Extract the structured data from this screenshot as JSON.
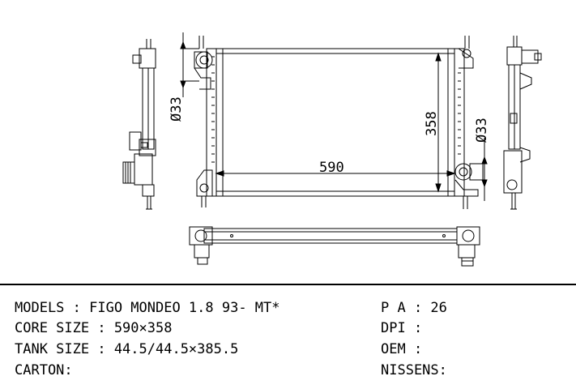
{
  "drawing": {
    "dimensions": {
      "width": "590",
      "height": "358",
      "inlet_dia": "Ø33",
      "outlet_dia": "Ø33"
    }
  },
  "specs": {
    "models": "MODELS : FIGO MONDEO 1.8 93- MT*",
    "core_size": "CORE SIZE : 590×358",
    "tank_size": "TANK SIZE : 44.5/44.5×385.5",
    "carton": "CARTON:",
    "pa": "P A : 26",
    "dpi": "DPI :",
    "oem": "OEM :",
    "nissens": "NISSENS:"
  }
}
